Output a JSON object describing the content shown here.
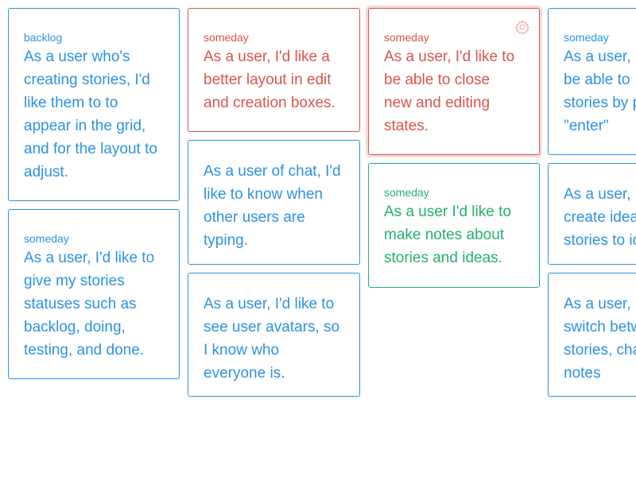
{
  "cards": [
    {
      "status": "backlog",
      "text": "As a user who's\ncreating stories, I'd\nlike them to to\nappear in the grid,\nand for the layout to\nadjust."
    },
    {
      "status": "someday",
      "text": "As a user, I'd like to\ngive my stories\nstatuses such as\nbacklog, doing,\ntesting, and done."
    },
    {
      "status": "someday",
      "text": "As a user, I'd like a\nbetter layout in edit\nand creation boxes.",
      "color": "#d9534f"
    },
    {
      "text": "As a user of chat, I'd\nlike to know when\nother users are\ntyping."
    },
    {
      "text": "As a user, I'd like to\nsee user avatars, so\nI know who\neveryone is."
    },
    {
      "status": "someday",
      "text": "As a user, I'd like to\nbe able to close\nnew and editing\nstates.",
      "color": "#d9534f",
      "icon": "gear-icon"
    },
    {
      "status": "someday",
      "text": "As a user I'd like to\nmake notes about\nstories and ideas.",
      "color": "#23b06f"
    },
    {
      "status": "someday",
      "text": "As a user, I\nbe able to\nstories by p\n\"enter\""
    },
    {
      "text": "As a user, I\ncreate idea\nstories to id"
    },
    {
      "text": "As a user, I\nswitch betw\nstories, cha\nnotes"
    }
  ],
  "colors": {
    "default": "#2a93e0",
    "red": "#d9534f",
    "green": "#23b06f"
  }
}
